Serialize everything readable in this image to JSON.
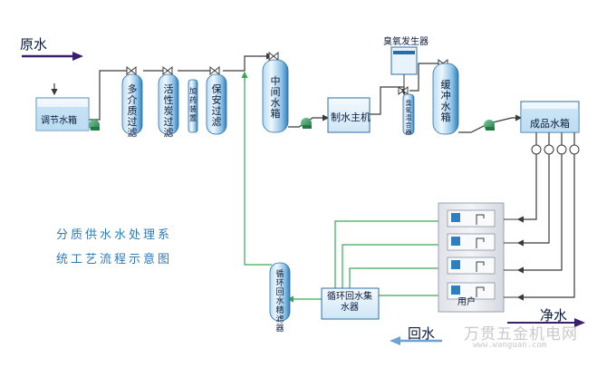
{
  "labels": {
    "raw_water": "原水",
    "adjust_tank": "调节水箱",
    "multimedia_filter": "多介质过滤",
    "activated_carbon_filter": "活性炭过滤",
    "dosing_device": "加药装置",
    "security_filter": "保安过滤",
    "middle_tank": "中间水箱",
    "main_machine": "制水主机",
    "ozone_generator": "臭氧发生器",
    "ozone_mixer": "臭氧混合器",
    "buffer_tank": "缓冲水箱",
    "product_tank": "成品水箱",
    "users": "用户",
    "return_collector": "循环回水集水器",
    "precision_filter": "循环回水精滤器",
    "net_water": "净水",
    "return_water": "回水"
  },
  "title_lines": [
    "分质供水水处理系",
    "统工艺流程示意图"
  ],
  "watermark": {
    "cn": "万贯五金机电网",
    "url": "www.wanguan.com"
  },
  "colors": {
    "pipe": "#3a3a3a",
    "return_pipe": "#3aa657",
    "vessel_light": "#eaf4fb",
    "vessel_dark": "#1f6fb0",
    "title_blue": "#2c7ab8",
    "arrow_purple": "#3a1f6b",
    "arrow_blue": "#6aa3d8"
  }
}
